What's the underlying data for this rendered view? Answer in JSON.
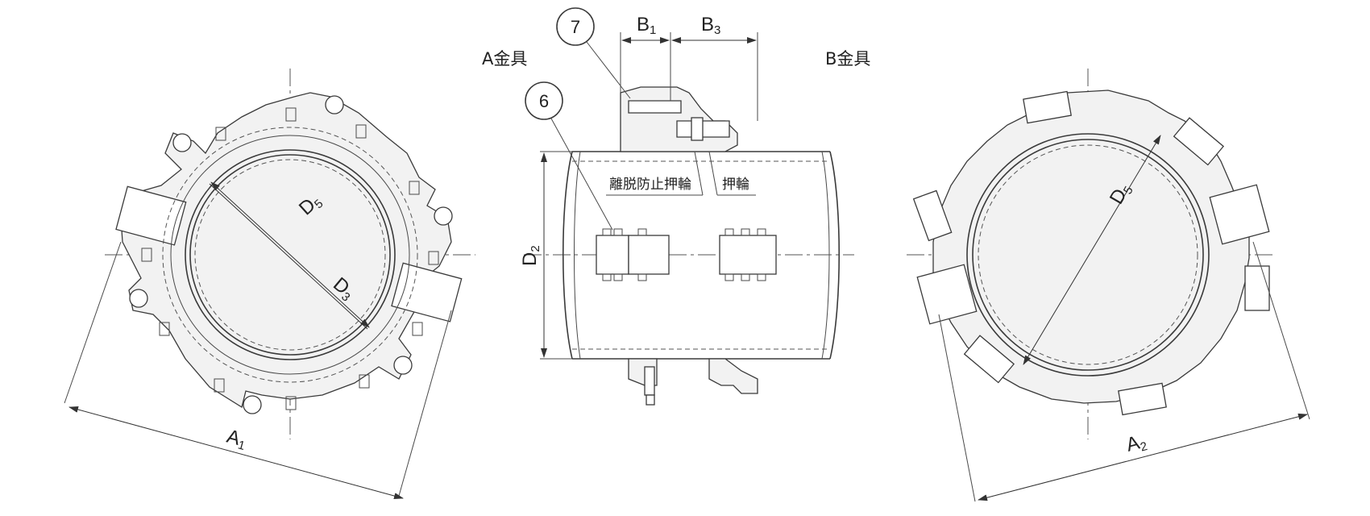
{
  "labels": {
    "a_fitting": "A金具",
    "b_fitting": "B金具",
    "retaining_gland": "離脱防止押輪",
    "gland": "押輪"
  },
  "dimensions": {
    "a1": {
      "main": "A",
      "sub": "1"
    },
    "a2": {
      "main": "A",
      "sub": "2"
    },
    "b1": {
      "main": "B",
      "sub": "1"
    },
    "b3": {
      "main": "B",
      "sub": "3"
    },
    "d2": {
      "main": "D",
      "sub": "2"
    },
    "d3": {
      "main": "D",
      "sub": "3"
    },
    "d5_left": {
      "main": "D",
      "sub": "5"
    },
    "d5_right": {
      "main": "D",
      "sub": "5"
    }
  },
  "balloons": {
    "item6": "6",
    "item7": "7"
  }
}
